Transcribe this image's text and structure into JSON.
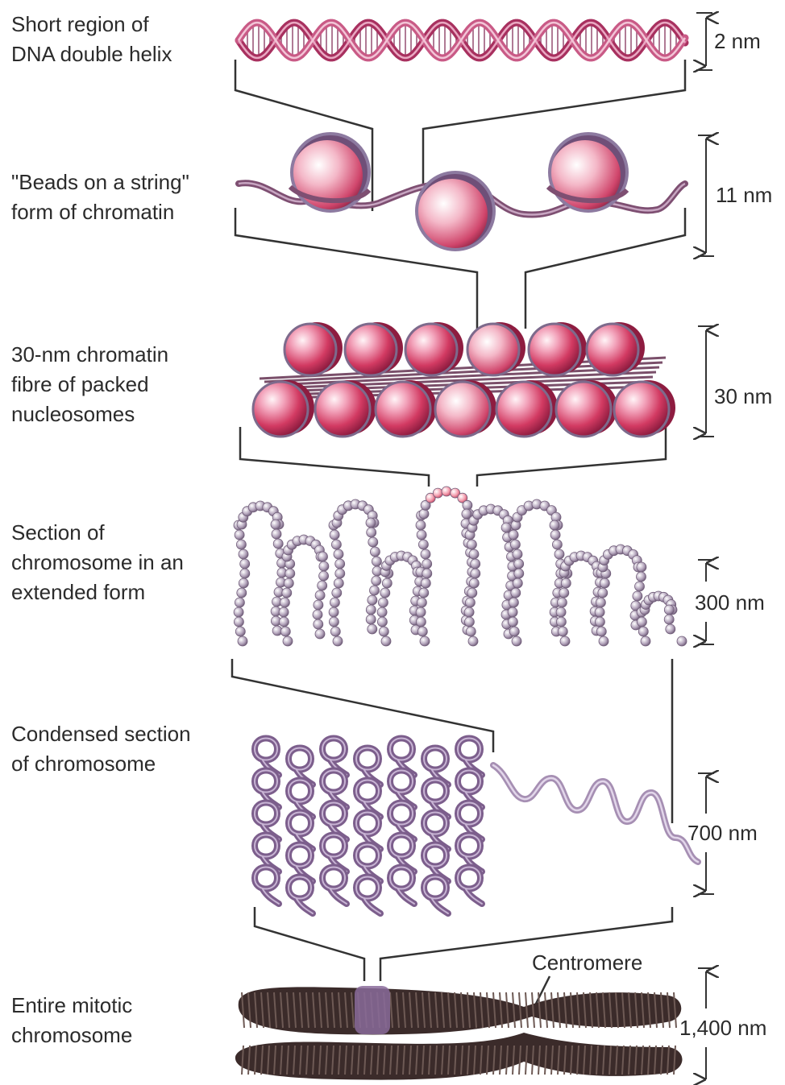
{
  "levels": [
    {
      "label": "Short region of\nDNA double helix",
      "size": "2 nm"
    },
    {
      "label": "\"Beads on a string\"\nform of chromatin",
      "size": "11 nm"
    },
    {
      "label": "30-nm chromatin\nfibre of packed\nnucleosomes",
      "size": "30 nm"
    },
    {
      "label": "Section of\nchromosome in an\nextended form",
      "size": "300 nm"
    },
    {
      "label": "Condensed section\nof chromosome",
      "size": "700 nm"
    },
    {
      "label": "Entire mitotic\nchromosome",
      "size": "1,400 nm"
    }
  ],
  "annotations": {
    "centromere": "Centromere"
  },
  "colors": {
    "helix": "#b23a6a",
    "bead": "#d23a62",
    "bead_highlight": "#fbe3ea",
    "linker": "#7e4f72",
    "loop_bead": "#9c8aa6",
    "condensed": "#8a6b9a",
    "chromosome": "#3b2b2a",
    "lines": "#333333"
  }
}
